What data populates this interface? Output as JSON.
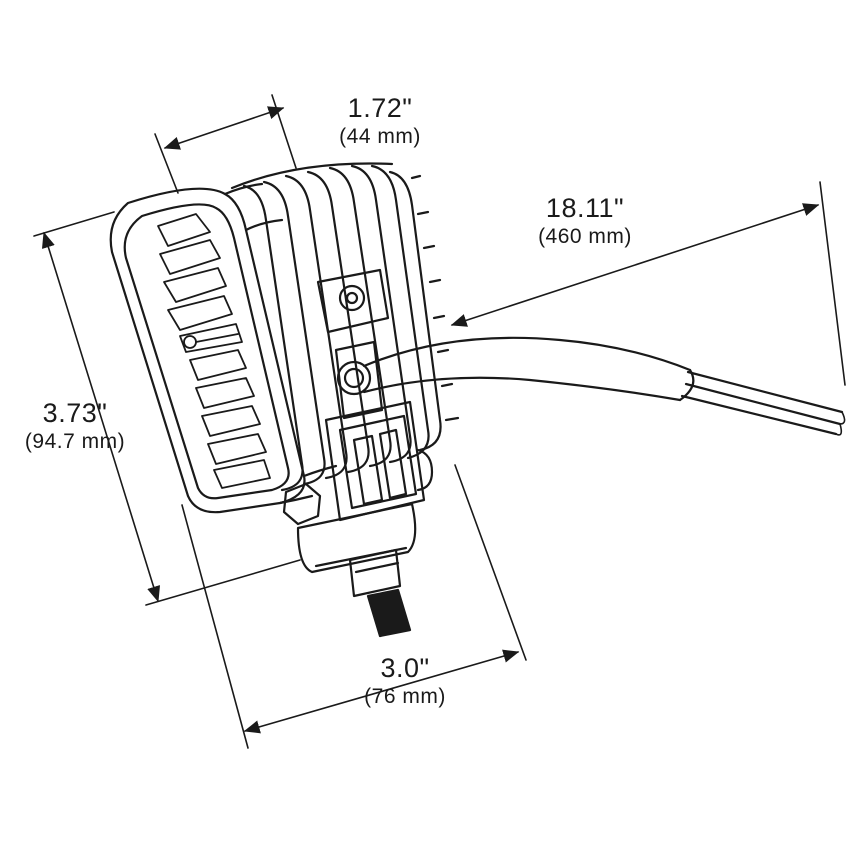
{
  "dimensions": {
    "depth": {
      "inches": "1.72\"",
      "metric": "(44 mm)"
    },
    "cable": {
      "inches": "18.11\"",
      "metric": "(460 mm)"
    },
    "height": {
      "inches": "3.73\"",
      "metric": "(94.7 mm)"
    },
    "width": {
      "inches": "3.0\"",
      "metric": "(76 mm)"
    }
  },
  "colors": {
    "line": "#1a1a1a",
    "background": "#ffffff"
  }
}
